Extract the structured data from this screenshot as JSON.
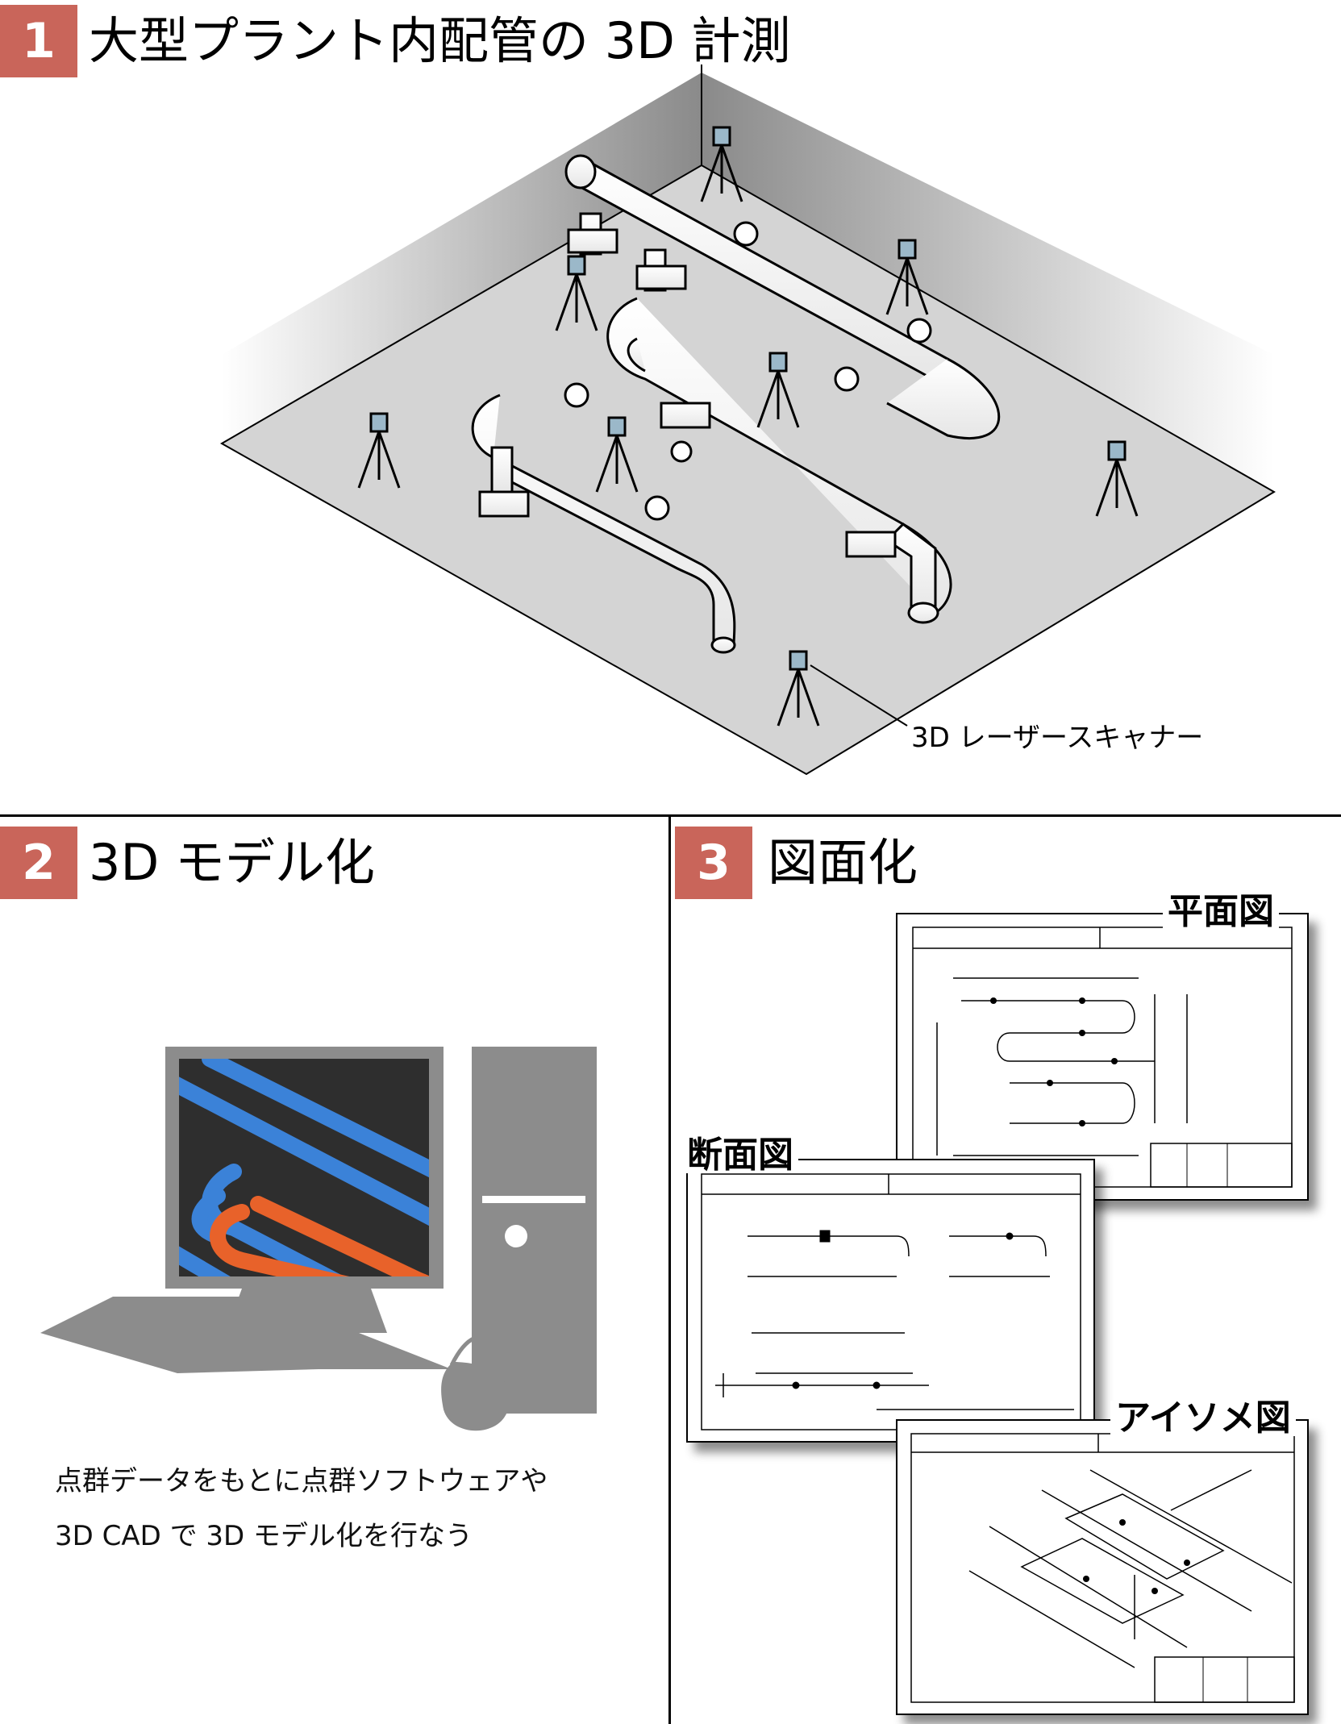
{
  "sections": [
    {
      "number": "1",
      "title": "大型プラント内配管の 3D 計測",
      "scanner_label": "3D レーザースキャナー"
    },
    {
      "number": "2",
      "title": "3D モデル化",
      "caption_lines": [
        "点群データをもとに点群ソフトウェアや",
        "3D CAD で 3D モデル化を行なう"
      ]
    },
    {
      "number": "3",
      "title": "図面化",
      "drawings": [
        {
          "label": "平面図"
        },
        {
          "label": "断面図"
        },
        {
          "label": "アイソメ図"
        }
      ]
    }
  ],
  "colors": {
    "badge": "#c9655a",
    "floor": "#d4d4d4",
    "pipe_blue": "#3b82d8",
    "pipe_orange": "#e8622a",
    "computer": "#8c8c8c"
  }
}
